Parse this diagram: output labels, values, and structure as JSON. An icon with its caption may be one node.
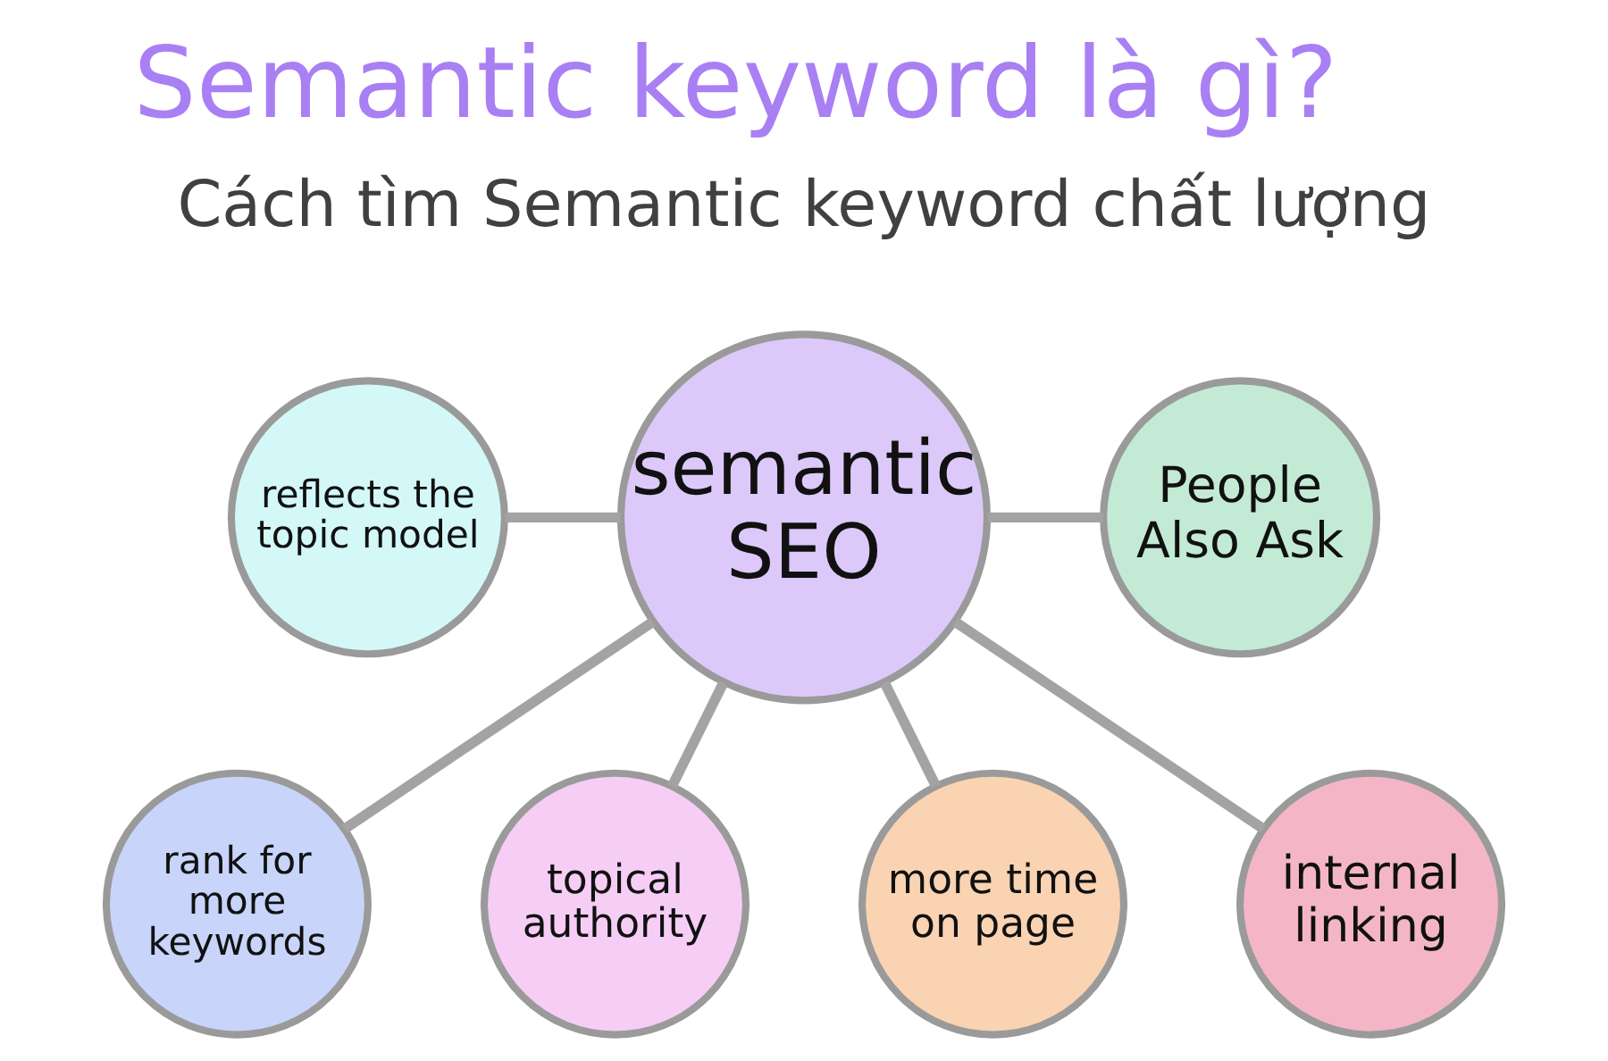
{
  "diagram": {
    "title": "Semantic keyword là gì?",
    "nodes": [
      {
        "text": [
          "reflects the topic model"
        ]
      },
      {
        "text": [
          "semantic SEO"
        ]
      },
      {
        "text": [
          "People Also Ask"
        ]
      },
      {
        "text": [
          "rank for more keywords"
        ]
      },
      {
        "text": [
          "topical authority"
        ]
      },
      {
        "text": [
          "more time on page"
        ]
      },
      {
        "text": [
          "internal linking"
        ]
      }
    ],
    "edges": [
      {
        "from": 1,
        "to": 0,
        "arrow": "none"
      },
      {
        "from": 1,
        "to": 2,
        "arrow": "none"
      },
      {
        "from": 1,
        "to": 3,
        "arrow": "none"
      },
      {
        "from": 1,
        "to": 4,
        "arrow": "none"
      },
      {
        "from": 1,
        "to": 5,
        "arrow": "none"
      },
      {
        "from": 1,
        "to": 6,
        "arrow": "none"
      }
    ],
    "labels": [
      "Cách tìm Semantic keyword chất lượng"
    ]
  }
}
